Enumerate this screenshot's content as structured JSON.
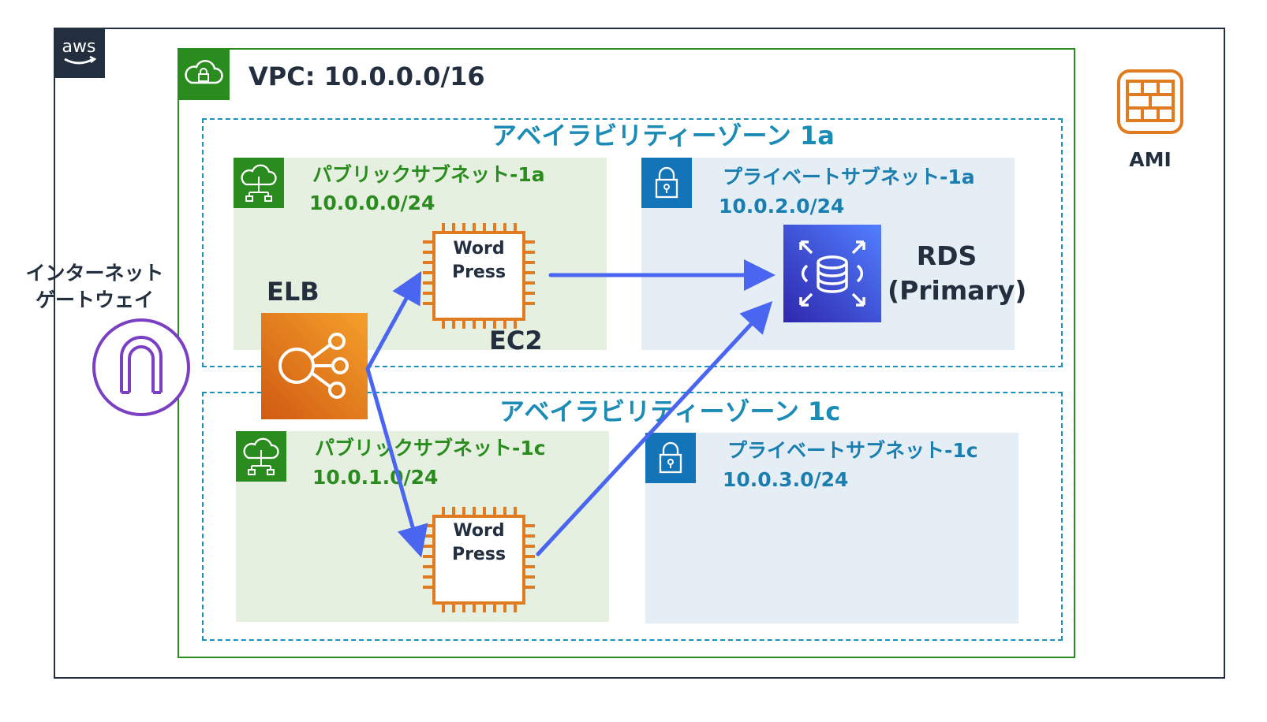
{
  "aws": {
    "logo_text": "aws"
  },
  "vpc": {
    "label": "VPC: 10.0.0.0/16"
  },
  "az1": {
    "label": "アベイラビリティーゾーン 1a"
  },
  "az2": {
    "label": "アベイラビリティーゾーン 1c"
  },
  "public_subnet_1a": {
    "name": "パブリックサブネット-1a",
    "cidr": "10.0.0.0/24"
  },
  "private_subnet_1a": {
    "name": "プライベートサブネット-1a",
    "cidr": "10.0.2.0/24"
  },
  "public_subnet_1c": {
    "name": "パブリックサブネット-1c",
    "cidr": "10.0.1.0/24"
  },
  "private_subnet_1c": {
    "name": "プライベートサブネット-1c",
    "cidr": "10.0.3.0/24"
  },
  "ec2_1a": {
    "line1": "Word",
    "line2": "Press"
  },
  "ec2_1c": {
    "line1": "Word",
    "line2": "Press"
  },
  "labels": {
    "elb": "ELB",
    "ec2": "EC2",
    "rds_line1": "RDS",
    "rds_line2": "(Primary)",
    "igw_line1": "インターネット",
    "igw_line2": "ゲートウェイ",
    "ami": "AMI"
  },
  "colors": {
    "aws_dark": "#232f3e",
    "vpc_green": "#2a8c1e",
    "az_blue": "#1b92bd",
    "ec2_orange": "#e07b20",
    "rds_blue": "#3b48cc",
    "igw_purple": "#7a3fc2",
    "arrow_blue": "#4a66f0"
  }
}
